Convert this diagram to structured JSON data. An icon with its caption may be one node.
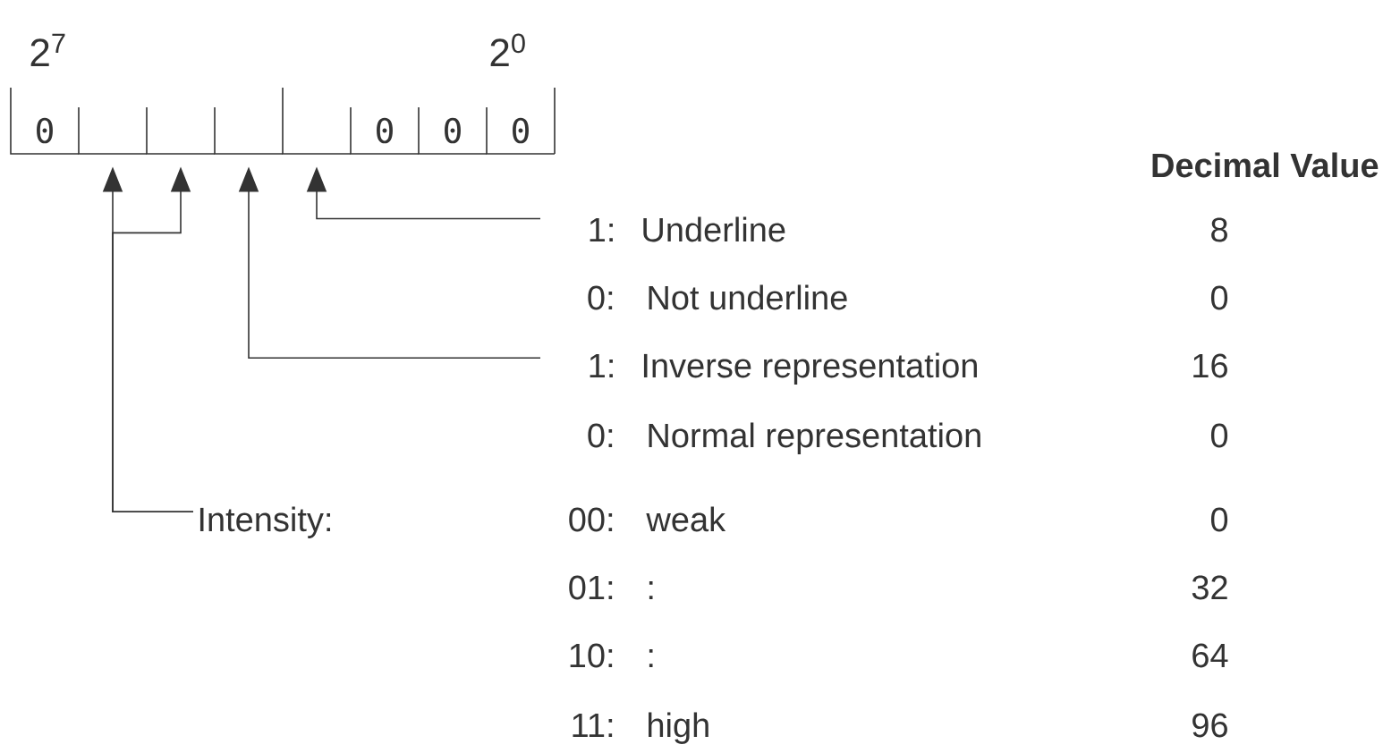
{
  "diagram": {
    "nodes": [
      {
        "text": [
          "0"
        ]
      },
      {
        "text": [],
        "shape": "box"
      },
      {
        "text": [],
        "shape": "box"
      },
      {
        "text": [],
        "shape": "box"
      },
      {
        "text": [],
        "shape": "box"
      },
      {
        "text": [
          "0"
        ]
      },
      {
        "text": [
          "0"
        ]
      },
      {
        "text": [
          "0"
        ]
      },
      {
        "text": [
          "1:",
          "Underline"
        ]
      },
      {
        "text": [
          "1:",
          "Inverse representation"
        ]
      },
      {
        "text": [
          "Intensity:"
        ]
      }
    ],
    "edges": [
      {
        "from": 8,
        "to": 4,
        "arrow": "to"
      },
      {
        "from": 9,
        "to": 3,
        "arrow": "to"
      },
      {
        "from": 10,
        "to": 1,
        "arrow": "to"
      },
      {
        "from": 10,
        "to": 2,
        "arrow": "to"
      }
    ],
    "labels": [
      "2$^{7}$",
      "2$^{0}$",
      "Decimal Value",
      "8",
      "0:",
      "Not underline",
      "0",
      "16",
      "0:",
      "Normal representation",
      "0",
      "00:",
      "weak",
      "0",
      "01:",
      ":",
      "32",
      "10:",
      ":",
      "64",
      "11:",
      "high",
      "96"
    ]
  }
}
